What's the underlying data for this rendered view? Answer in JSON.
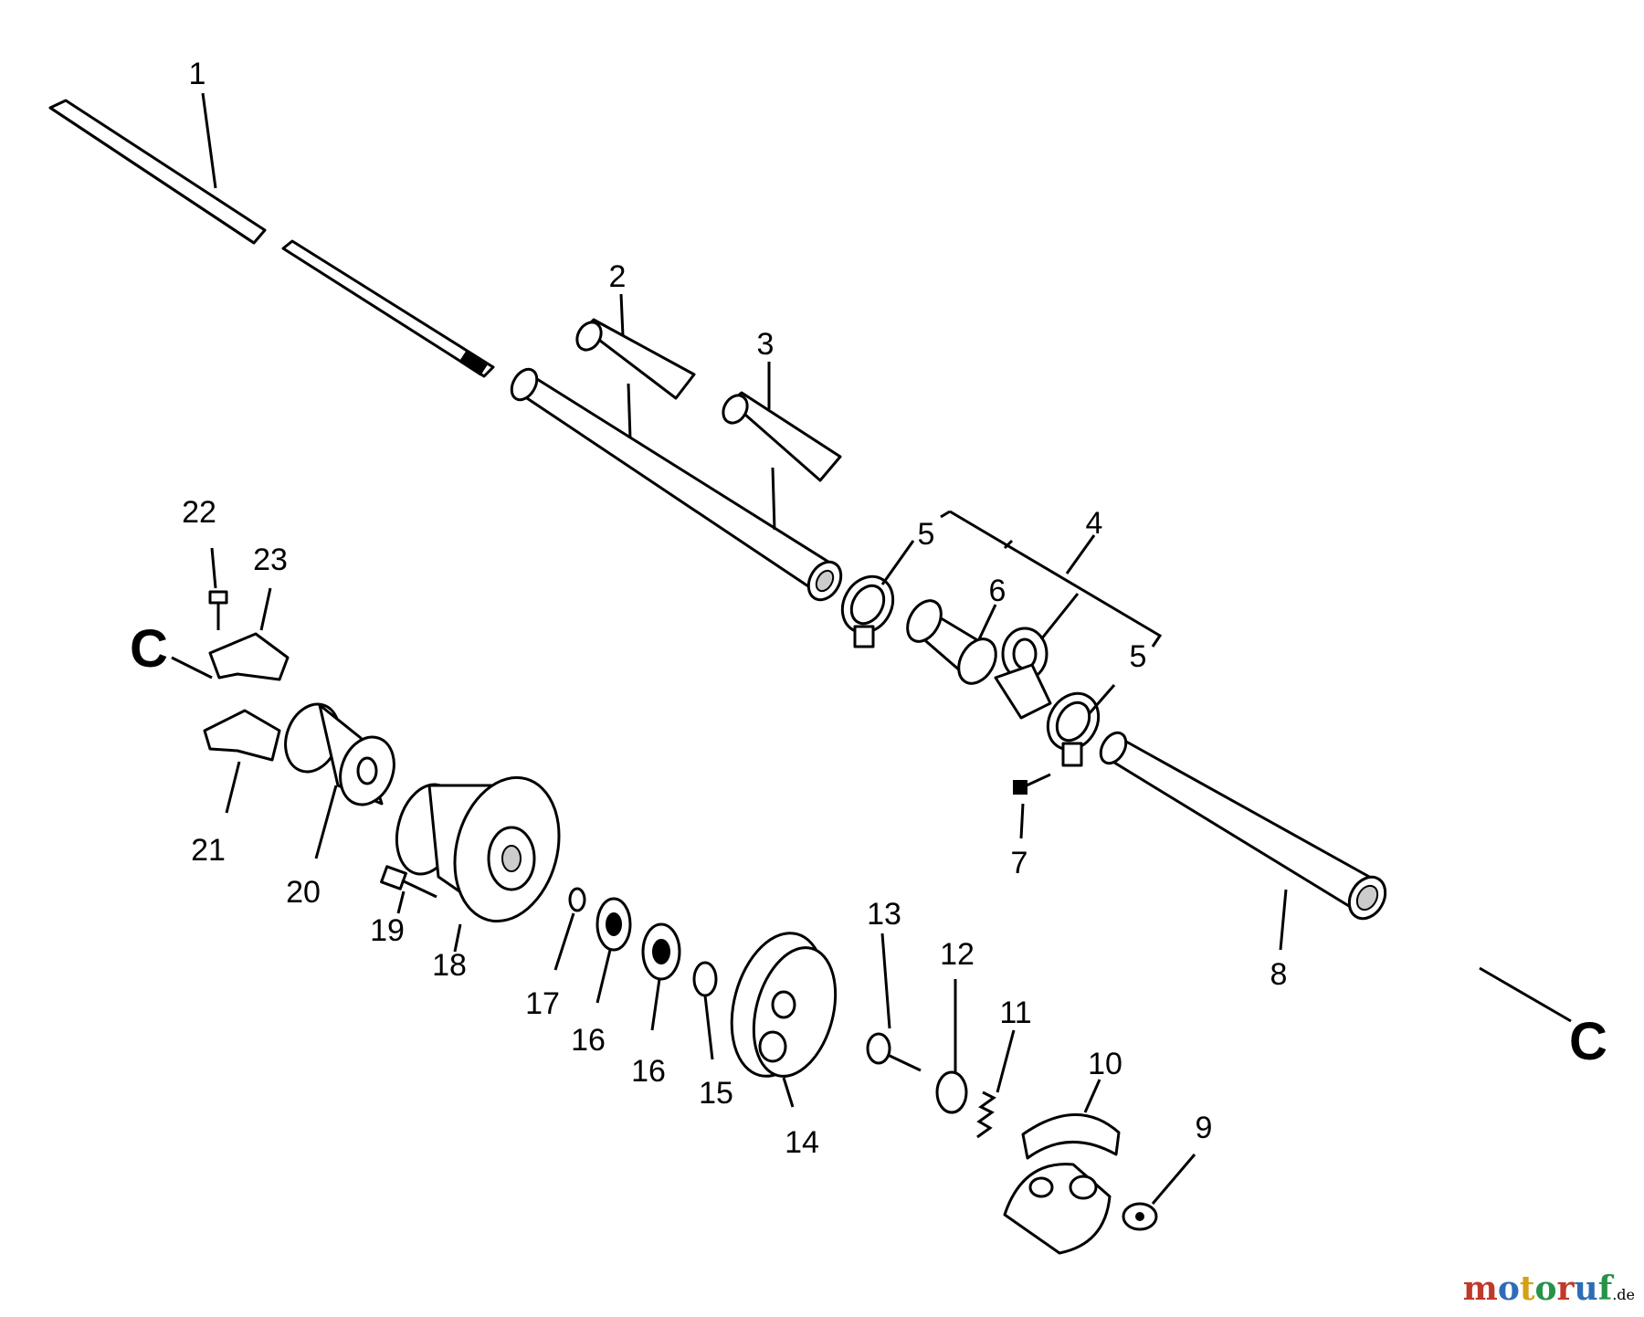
{
  "diagram": {
    "callouts": {
      "c1": "1",
      "c2": "2",
      "c3": "3",
      "c4": "4",
      "c5a": "5",
      "c5b": "5",
      "c6": "6",
      "c7": "7",
      "c8": "8",
      "c9": "9",
      "c10": "10",
      "c11": "11",
      "c12": "12",
      "c13": "13",
      "c14": "14",
      "c15": "15",
      "c16a": "16",
      "c16b": "16",
      "c17": "17",
      "c18": "18",
      "c19": "19",
      "c20": "20",
      "c21": "21",
      "c22": "22",
      "c23": "23"
    },
    "connectors": {
      "left": "C",
      "right": "C"
    }
  },
  "watermark": {
    "letters": [
      "m",
      "o",
      "t",
      "o",
      "r",
      "u",
      "f"
    ],
    "colors": [
      "#c0392b",
      "#2e6db5",
      "#d4a017",
      "#27924a",
      "#c0392b",
      "#2e6db5",
      "#27924a"
    ],
    "tld": ".de"
  }
}
